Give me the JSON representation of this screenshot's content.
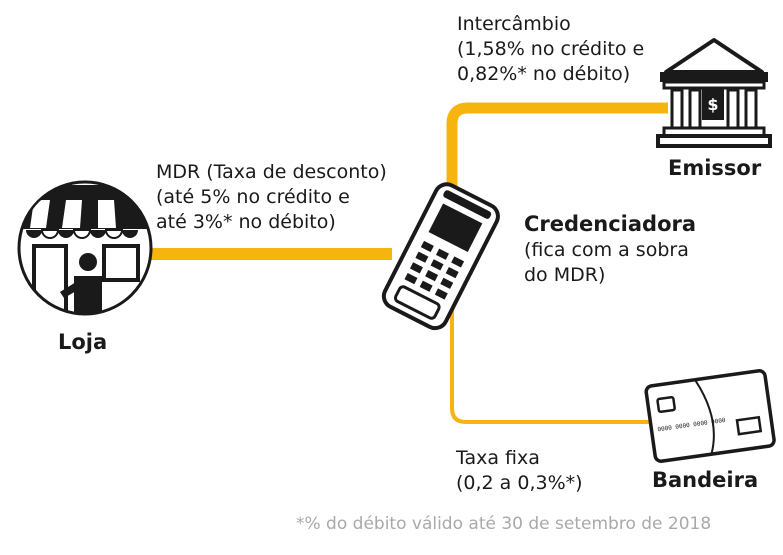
{
  "colors": {
    "flow": "#f6b40e",
    "ink": "#1a1a1a",
    "note": "#a9a9a9"
  },
  "icons": [
    "shop-icon",
    "card-terminal-icon",
    "bank-icon",
    "credit-card-icon"
  ],
  "nodes": {
    "loja": {
      "label": "Loja"
    },
    "credenciadora": {
      "label": "Credenciadora",
      "desc": [
        "(fica com a sobra",
        "do MDR)"
      ]
    },
    "emissor": {
      "label": "Emissor"
    },
    "bandeira": {
      "label": "Bandeira"
    }
  },
  "card": {
    "number": "0000 0000 0000 0000"
  },
  "flows": {
    "mdr": [
      "MDR (Taxa de desconto)",
      "(até 5% no crédito e",
      "até 3%* no débito)"
    ],
    "intercambio": [
      "Intercâmbio",
      "(1,58% no crédito e",
      "0,82%* no débito)"
    ],
    "taxa_fixa": [
      "Taxa fixa",
      "(0,2 a 0,3%*)"
    ]
  },
  "footnote": "*% do débito válido até 30 de setembro de 2018"
}
